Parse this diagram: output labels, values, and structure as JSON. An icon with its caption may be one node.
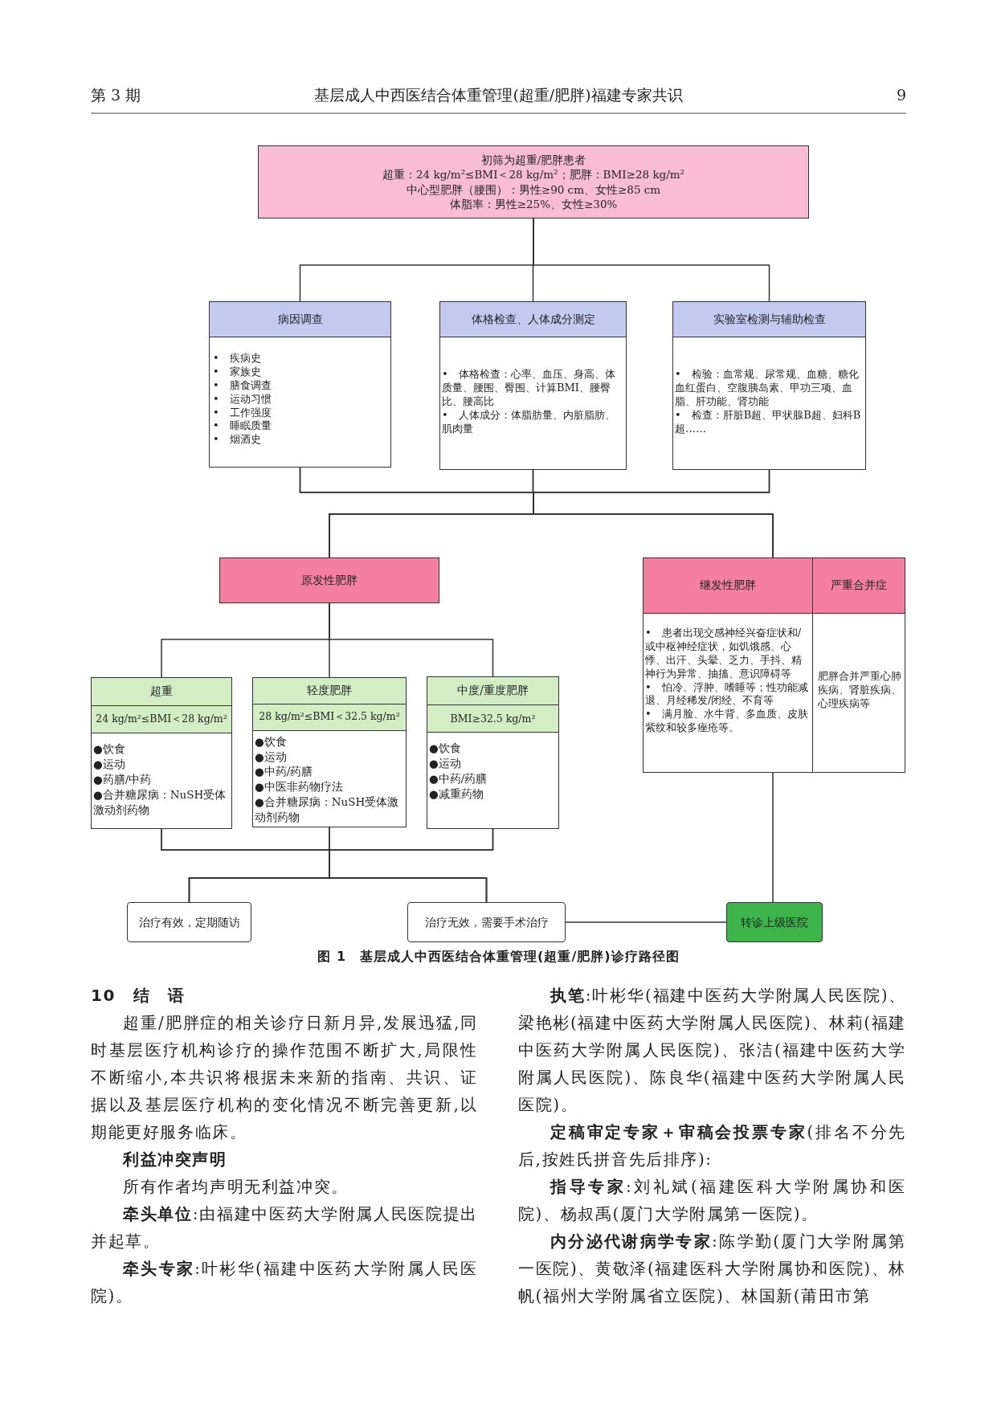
{
  "diagram": {
    "caption": "图 1　基层成人中西医结合体重管理(超重/肥胖)诊疗路径图",
    "nodes": [
      {
        "text": [
          "初筛为超重/肥胖患者",
          "超重：24 kg/m²≤BMI＜28 kg/m²；肥胖：BMI≥28 kg/m²",
          "中心型肥胖（腰围）：男性≥90 cm、女性≥85 cm",
          "体脂率：男性≥25%、女性≥30%"
        ]
      },
      {
        "text": [
          "病因调查",
          "•　疾病史",
          "•　家族史",
          "•　膳食调查",
          "•　运动习惯",
          "•　工作强度",
          "•　睡眠质量",
          "•　烟酒史"
        ]
      },
      {
        "text": [
          "体格检查、人体成分测定",
          "•　体格检查：心率、血压、身高、体质量、腰围、臀围、计算BMI、腰臀比、腰高比",
          "•　人体成分：体脂肪量、内脏脂肪、肌肉量"
        ]
      },
      {
        "text": [
          "实验室检测与辅助检查",
          "•　检验：血常规、尿常规、血糖、糖化血红蛋白、空腹胰岛素、甲功三项、血脂、肝功能、肾功能",
          "•　检查：肝脏B超、甲状腺B超、妇科B超……"
        ]
      },
      {
        "text": [
          "原发性肥胖"
        ]
      },
      {
        "text": [
          "继发性肥胖",
          "•　患者出现交感神经兴奋症状和/或中枢神经症状，如饥饿感、心悸、出汗、头晕、乏力、手抖、精神行为异常、抽搐、意识障碍等",
          "•　怕冷、浮肿、嗜睡等；性功能减退、月经稀发/闭经、不育等",
          "•　满月脸、水牛背、多血质、皮肤紫纹和较多痤疮等。"
        ]
      },
      {
        "text": [
          "严重合并症",
          "肥胖合并严重心肺疾病、肾脏疾病、心理疾病等"
        ]
      },
      {
        "text": [
          "超重",
          "24 kg/m²≤BMI＜28 kg/m²",
          "●饮食",
          "●运动",
          "●药膳/中药",
          "●合并糖尿病：NuSH受体激动剂药物"
        ]
      },
      {
        "text": [
          "轻度肥胖",
          "28 kg/m²≤BMI＜32.5 kg/m²",
          "●饮食",
          "●运动",
          "●中药/药膳",
          "●中医非药物疗法",
          "●合并糖尿病：NuSH受体激动剂药物"
        ]
      },
      {
        "text": [
          "中度/重度肥胖",
          "BMI≥32.5 kg/m²",
          "●饮食",
          "●运动",
          "●中药/药膳",
          "●减重药物"
        ]
      },
      {
        "text": [
          "治疗有效，定期随访"
        ]
      },
      {
        "text": [
          "治疗无效，需要手术治疗"
        ]
      },
      {
        "text": [
          "转诊上级医院"
        ]
      }
    ],
    "edges": [
      {
        "from": 0,
        "to": 1,
        "arrow": "none"
      },
      {
        "from": 0,
        "to": 2,
        "arrow": "none"
      },
      {
        "from": 0,
        "to": 3,
        "arrow": "none"
      },
      {
        "from": 1,
        "to": 4,
        "arrow": "none"
      },
      {
        "from": 1,
        "to": 5,
        "arrow": "none"
      },
      {
        "from": 2,
        "to": 4,
        "arrow": "none"
      },
      {
        "from": 2,
        "to": 5,
        "arrow": "none"
      },
      {
        "from": 3,
        "to": 4,
        "arrow": "none"
      },
      {
        "from": 3,
        "to": 5,
        "arrow": "none"
      },
      {
        "from": 4,
        "to": 7,
        "arrow": "none"
      },
      {
        "from": 4,
        "to": 8,
        "arrow": "none"
      },
      {
        "from": 4,
        "to": 9,
        "arrow": "none"
      },
      {
        "from": 7,
        "to": 10,
        "arrow": "none"
      },
      {
        "from": 7,
        "to": 11,
        "arrow": "none"
      },
      {
        "from": 8,
        "to": 10,
        "arrow": "none"
      },
      {
        "from": 8,
        "to": 11,
        "arrow": "none"
      },
      {
        "from": 9,
        "to": 10,
        "arrow": "none"
      },
      {
        "from": 9,
        "to": 11,
        "arrow": "none"
      },
      {
        "from": 5,
        "to": 12,
        "arrow": "none"
      },
      {
        "from": 11,
        "to": 12,
        "arrow": "none"
      }
    ],
    "labels": [
      "第 3 期",
      "基层成人中西医结合体重管理(超重/肥胖)福建专家共识",
      "9",
      "10　结　语",
      "超重/肥胖症的相关诊疗日新月异,发展迅猛,同时基层医疗机构诊疗的操作范围不断扩大,局限性不断缩小,本共识将根据未来新的指南、共识、证据以及基层医疗机构的变化情况不断完善更新,以期能更好服务临床。",
      "利益冲突声明",
      "所有作者均声明无利益冲突。",
      "**牵头单位**:由福建中医药大学附属人民医院提出并起草。",
      "**牵头专家**:叶彬华(福建中医药大学附属人民医院)。",
      "**执笔**:叶彬华(福建中医药大学附属人民医院)、梁艳彬(福建中医药大学附属人民医院)、林莉(福建中医药大学附属人民医院)、张洁(福建中医药大学附属人民医院)、陈良华(福建中医药大学附属人民医院)。",
      "**定稿审定专家＋审稿会投票专家**(排名不分先后,按姓氏拼音先后排序):",
      "**指导专家**:刘礼斌(福建医科大学附属协和医院)、杨叔禹(厦门大学附属第一医院)。",
      "**内分泌代谢病学专家**:陈学勤(厦门大学附属第一医院)、黄敬泽(福建医科大学附属协和医院)、林帆(福州大学附属省立医院)、林国新(莆田市第"
    ]
  }
}
